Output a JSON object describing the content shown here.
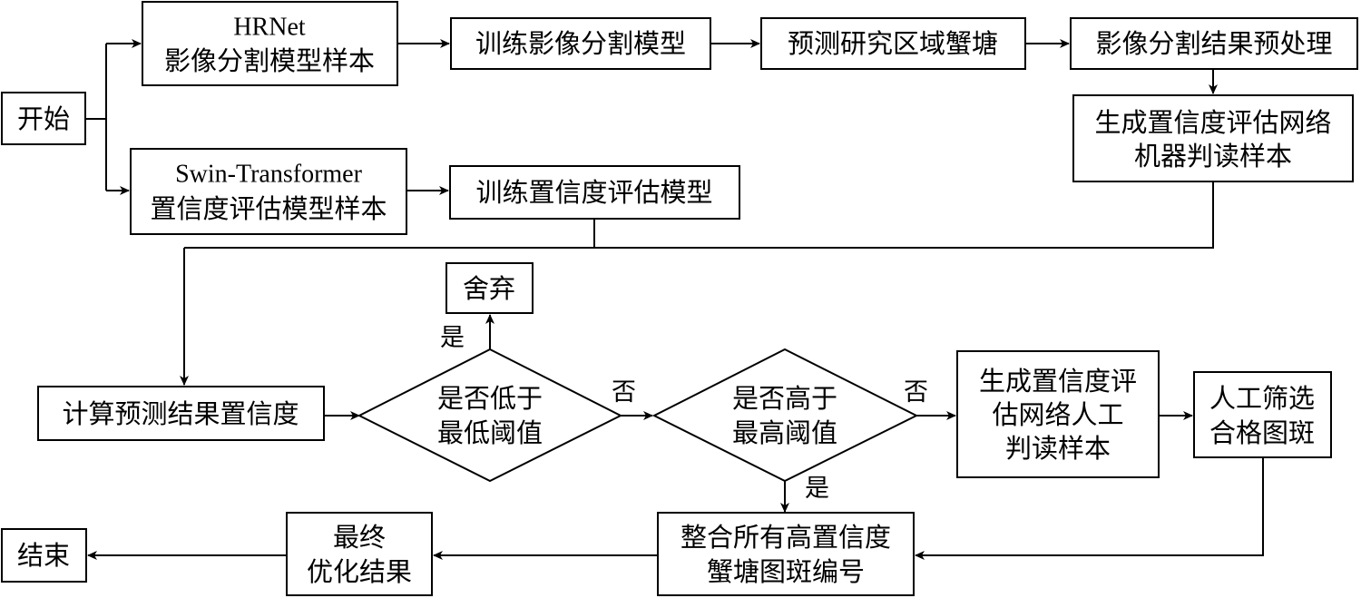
{
  "nodes": {
    "start": {
      "lines": [
        "开始"
      ]
    },
    "hrnet_sample": {
      "lines": [
        "HRNet",
        "影像分割模型样本"
      ]
    },
    "train_seg": {
      "lines": [
        "训练影像分割模型"
      ]
    },
    "predict_ponds": {
      "lines": [
        "预测研究区域蟹塘"
      ]
    },
    "preprocess": {
      "lines": [
        "影像分割结果预处理"
      ]
    },
    "gen_machine_samples": {
      "lines": [
        "生成置信度评估网络",
        "机器判读样本"
      ]
    },
    "swin_sample": {
      "lines": [
        "Swin-Transformer",
        "置信度评估模型样本"
      ]
    },
    "train_conf": {
      "lines": [
        "训练置信度评估模型"
      ]
    },
    "discard": {
      "lines": [
        "舍弃"
      ]
    },
    "calc_conf": {
      "lines": [
        "计算预测结果置信度"
      ]
    },
    "below_min": {
      "lines": [
        "是否低于",
        "最低阈值"
      ]
    },
    "above_max": {
      "lines": [
        "是否高于",
        "最高阈值"
      ]
    },
    "gen_manual_samples": {
      "lines": [
        "生成置信度评",
        "估网络人工",
        "判读样本"
      ]
    },
    "manual_filter": {
      "lines": [
        "人工筛选",
        "合格图斑"
      ]
    },
    "merge": {
      "lines": [
        "整合所有高置信度",
        "蟹塘图斑编号"
      ]
    },
    "final": {
      "lines": [
        "最终",
        "优化结果"
      ]
    },
    "end": {
      "lines": [
        "结束"
      ]
    }
  },
  "edge_labels": {
    "below_yes": "是",
    "below_no": "否",
    "above_no": "否",
    "above_yes": "是"
  }
}
